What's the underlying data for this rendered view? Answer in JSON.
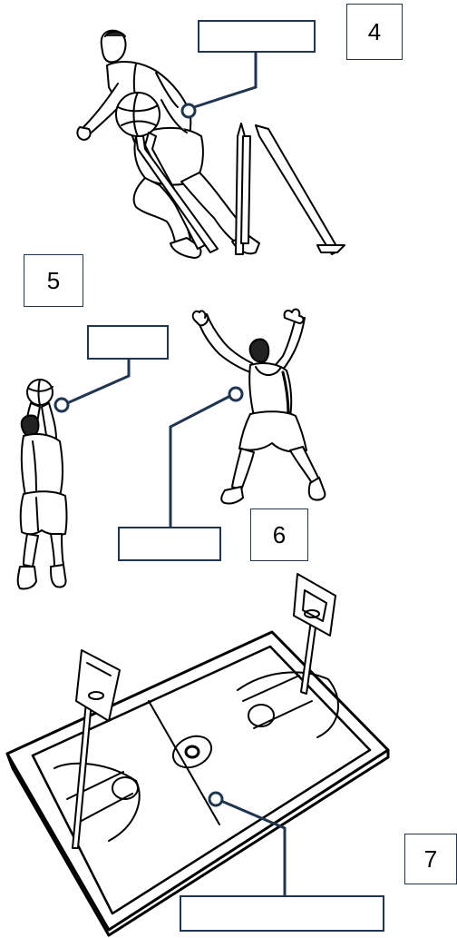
{
  "labels": {
    "item4": "4",
    "item5": "5",
    "item6": "6",
    "item7": "7"
  },
  "answer_boxes": {
    "box4": "",
    "box5": "",
    "box6": "",
    "box7": ""
  },
  "colors": {
    "line": "#1f3550",
    "ink": "#000000",
    "background": "#ffffff"
  },
  "icons": [
    "dribbling-player-icon",
    "shooting-player-icon",
    "defending-player-icon",
    "basketball-court-icon"
  ]
}
